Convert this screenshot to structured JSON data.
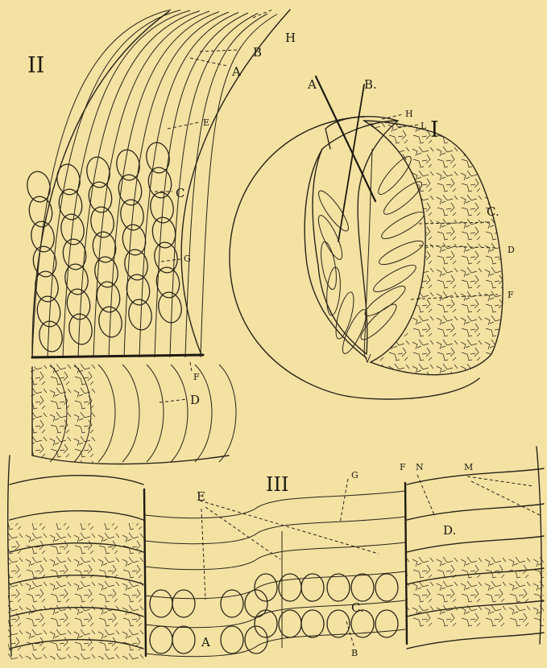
{
  "figures": [
    {
      "id": "II",
      "numeral": "II",
      "labels": [
        "H",
        "B",
        "A",
        "E",
        "C",
        "G",
        "F",
        "D"
      ]
    },
    {
      "id": "I",
      "numeral": "I",
      "labels": [
        "A",
        "B.",
        "H",
        "L",
        "C.",
        "D",
        "F"
      ]
    },
    {
      "id": "III",
      "numeral": "III",
      "labels": [
        "E",
        "G",
        "F",
        "N",
        "M",
        "D.",
        "C.",
        "A",
        "B"
      ]
    }
  ],
  "colors": {
    "paper": "#f3e2a2",
    "ink": "#2a241a"
  }
}
